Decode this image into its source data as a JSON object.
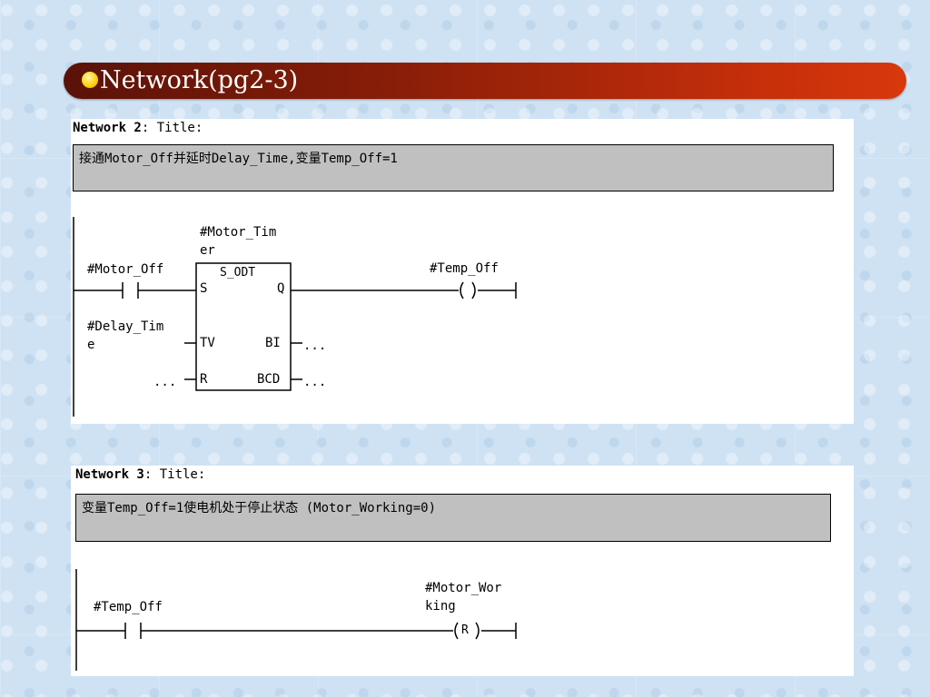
{
  "slide": {
    "title": "Network(pg2-3)"
  },
  "network2": {
    "header_bold": "Network 2",
    "header_title": ": Title:",
    "comment": "接通Motor_Off并延时Delay_Time,变量Temp_Off=1",
    "timer_name_line1": "#Motor_Tim",
    "timer_name_line2": "er",
    "timer_type": "S_ODT",
    "pin_s": "S",
    "pin_q": "Q",
    "pin_tv": "TV",
    "pin_bi": "BI",
    "pin_r": "R",
    "pin_bcd": "BCD",
    "contact_label": "#Motor_Off",
    "tv_label_line1": "#Delay_Tim",
    "tv_label_line2": "e",
    "r_input": "...",
    "bi_output": "...",
    "bcd_output": "...",
    "coil_label": "#Temp_Off",
    "coil_symbol": "( )"
  },
  "network3": {
    "header_bold": "Network 3",
    "header_title": ": Title:",
    "comment": "变量Temp_Off=1使电机处于停止状态 (Motor_Working=0)",
    "contact_label": "#Temp_Off",
    "coil_label_line1": "#Motor_Wor",
    "coil_label_line2": "king",
    "coil_symbol": "(R)"
  },
  "colors": {
    "title_bar_dark": "#5a1208",
    "title_bar_light": "#d8380c",
    "comment_bg": "#c0c0c0",
    "page_bg": "#cfe2f3",
    "bullet": "#ffd000"
  }
}
